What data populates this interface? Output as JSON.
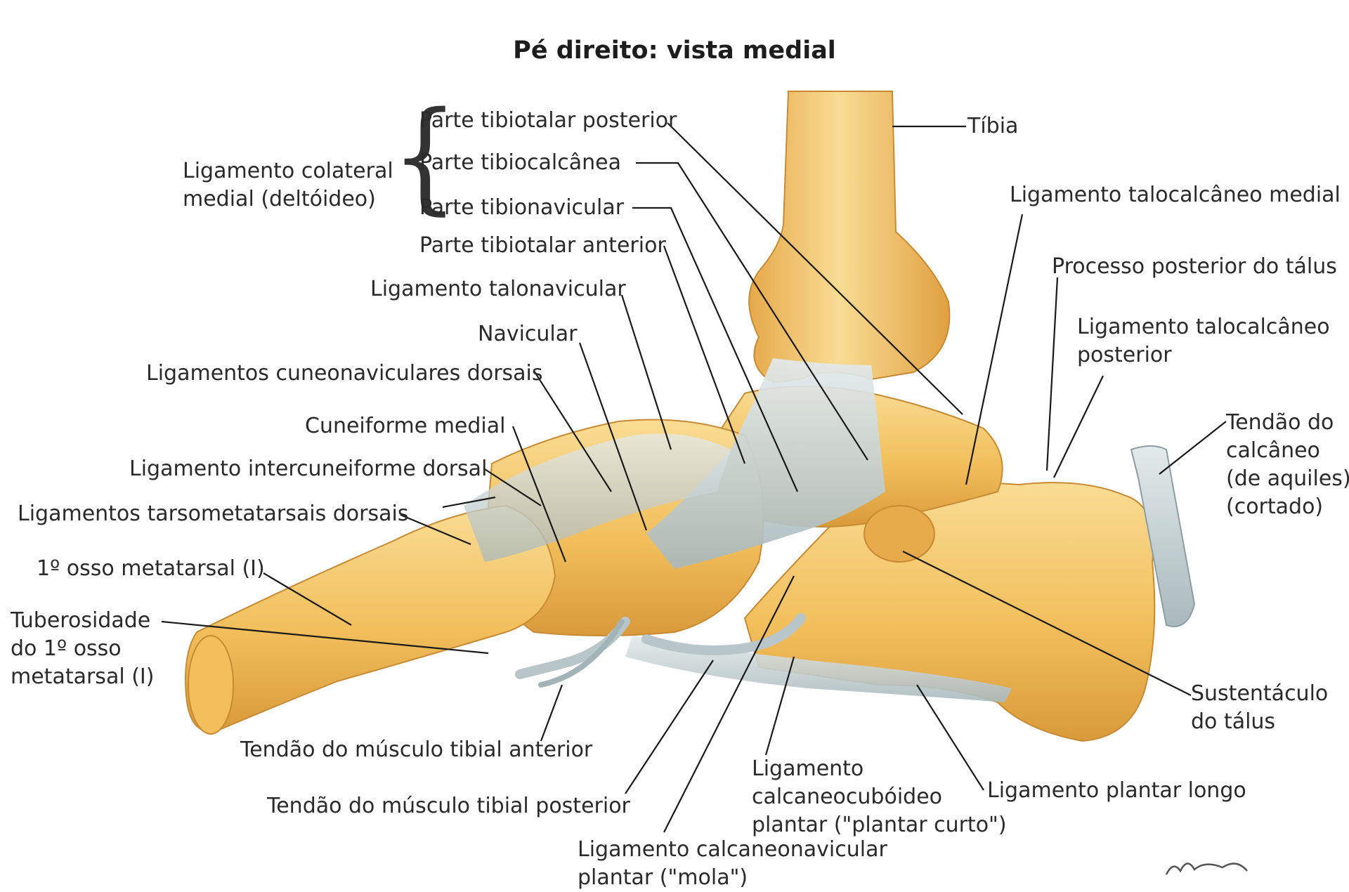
{
  "title": "Pé direito: vista medial",
  "group_label": "Ligamento colateral\nmedial (deltóideo)",
  "labels": {
    "tibiotalar_posterior": "Parte tibiotalar posterior",
    "tibiocalcanea": "Parte tibiocalcânea",
    "tibionavicular": "Parte tibionavicular",
    "tibiotalar_anterior": "Parte tibiotalar anterior",
    "talonavicular": "Ligamento talonavicular",
    "navicular": "Navicular",
    "cuneonaviculares": "Ligamentos cuneonaviculares dorsais",
    "cuneiforme_medial": "Cuneiforme medial",
    "intercuneiforme": "Ligamento intercuneiforme dorsal",
    "tarsometatarsais": "Ligamentos tarsometatarsais dorsais",
    "metatarsal": "1º osso metatarsal (I)",
    "tuberosidade": "Tuberosidade\ndo 1º osso\nmetatarsal (I)",
    "tibial_anterior": "Tendão do músculo tibial anterior",
    "tibial_posterior": "Tendão do músculo tibial posterior",
    "calcaneonavicular": "Ligamento calcaneonavicular\nplantar (\"mola\")",
    "calcaneocuboideo": "Ligamento\ncalcaneocubóideo\nplantar (\"plantar curto\")",
    "plantar_longo": "Ligamento plantar longo",
    "sustentaculo": "Sustentáculo\ndo tálus",
    "tendao_calcaneo": "Tendão do\ncalcâneo\n(de aquiles)\n(cortado)",
    "talocalcaneo_posterior": "Ligamento talocalcâneo\nposterior",
    "processo_posterior": "Processo posterior do tálus",
    "talocalcaneo_medial": "Ligamento talocalcâneo medial",
    "tibia": "Tíbia"
  },
  "colors": {
    "bone": "#f2bf5c",
    "bone_light": "#f9dc94",
    "bone_dark": "#d99a3a",
    "ligament": "#c9d4d6",
    "ligament_dark": "#9fb0b4",
    "leader_line": "#1a1a1a"
  }
}
